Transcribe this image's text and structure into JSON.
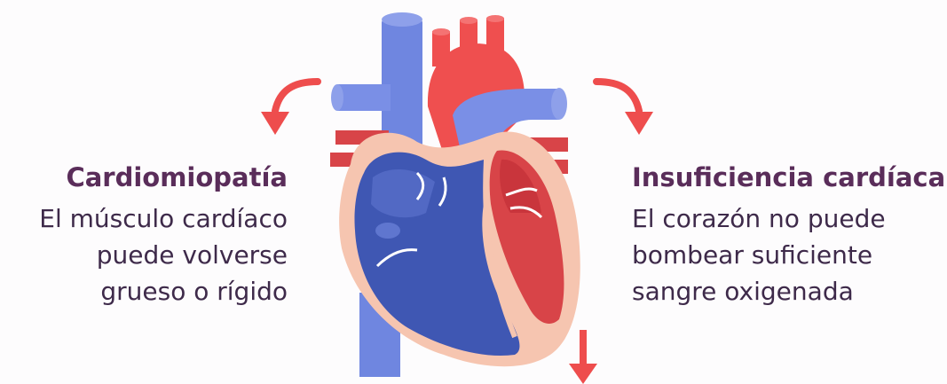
{
  "colors": {
    "title": "#5a2d5a",
    "body": "#3e2a4a",
    "arrow": "#ee4d4d",
    "vein_blue": "#6f86e0",
    "deep_blue": "#3f57b3",
    "artery_red": "#ef4f4f",
    "dark_red": "#c9353c",
    "wall": "#f6c5b0",
    "background": "#fdfcfd"
  },
  "left_panel": {
    "title": "Cardiomiopatía",
    "lines": [
      "El músculo cardíaco",
      "puede volverse",
      "grueso o rígido"
    ]
  },
  "right_panel": {
    "title": "Insuficiencia cardíaca",
    "lines": [
      "El corazón no puede",
      "bombear suficiente",
      "sangre oxigenada"
    ]
  },
  "icons": {
    "heart": "heart-anatomy-icon",
    "arrow_left": "curved-arrow-down-left-icon",
    "arrow_right": "curved-arrow-down-right-icon",
    "arrow_bottom": "arrow-down-icon"
  }
}
